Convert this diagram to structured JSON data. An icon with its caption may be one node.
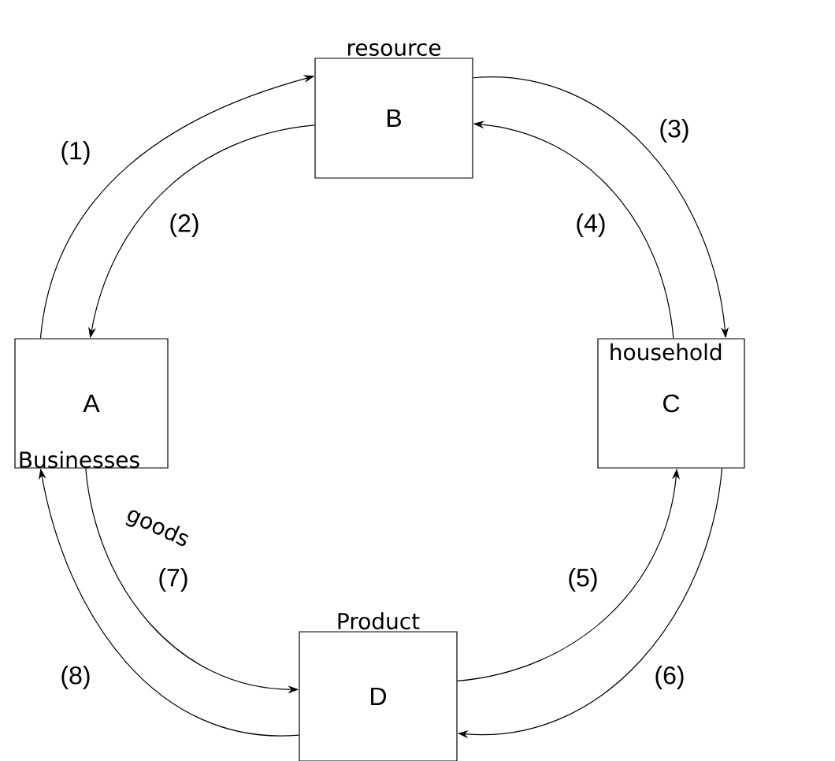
{
  "diagram": {
    "nodes": [
      {
        "text": [
          "A",
          "Businesses"
        ]
      },
      {
        "text": [
          "resource",
          "B"
        ]
      },
      {
        "text": [
          "household",
          "C"
        ]
      },
      {
        "text": [
          "Product",
          "D"
        ]
      }
    ],
    "edges": [
      {
        "from": 0,
        "to": 1,
        "arrow": "to",
        "label": "(1)"
      },
      {
        "from": 1,
        "to": 0,
        "arrow": "to",
        "label": "(2)"
      },
      {
        "from": 1,
        "to": 2,
        "arrow": "to",
        "label": "(3)"
      },
      {
        "from": 2,
        "to": 1,
        "arrow": "to",
        "label": "(4)"
      },
      {
        "from": 3,
        "to": 2,
        "arrow": "to",
        "label": "(5)"
      },
      {
        "from": 2,
        "to": 3,
        "arrow": "to",
        "label": "(6)"
      },
      {
        "from": 0,
        "to": 3,
        "arrow": "to",
        "label": "(7)"
      },
      {
        "from": 3,
        "to": 0,
        "arrow": "to",
        "label": "(8)"
      }
    ],
    "labels": [
      "goods"
    ]
  }
}
